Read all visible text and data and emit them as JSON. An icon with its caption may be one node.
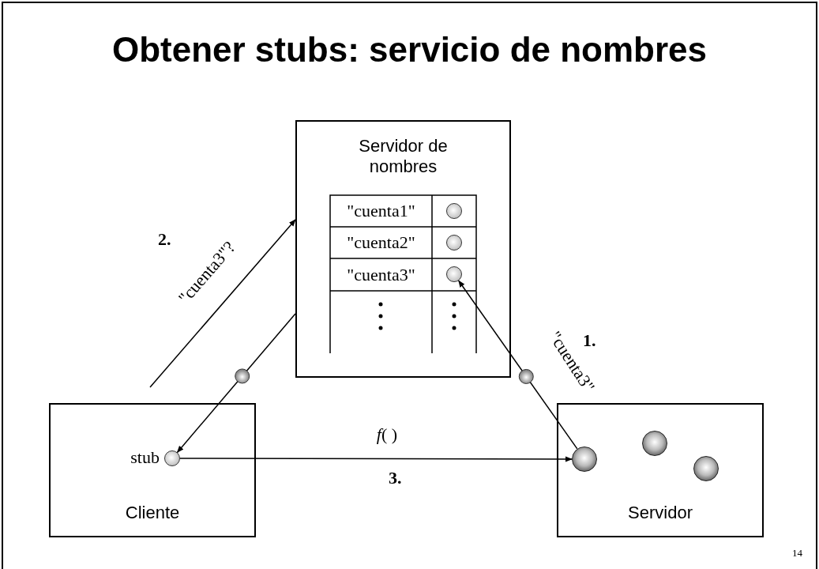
{
  "diagram": {
    "title": "Obtener stubs: servicio de nombres",
    "nodes": [
      {
        "text": [
          "Servidor de nombres"
        ]
      },
      {
        "text": [
          "\"cuenta1\""
        ],
        "in": 0
      },
      {
        "text": [],
        "shape": "circle",
        "in": 0
      },
      {
        "text": [
          "\"cuenta2\""
        ],
        "in": 0
      },
      {
        "text": [],
        "shape": "circle",
        "in": 0
      },
      {
        "text": [
          "\"cuenta3\""
        ],
        "in": 0
      },
      {
        "text": [],
        "shape": "circle",
        "in": 0
      },
      {
        "text": [
          "Cliente"
        ]
      },
      {
        "text": [],
        "shape": "circle",
        "in": 7,
        "beside": [
          "stub"
        ]
      },
      {
        "text": [
          "Servidor"
        ]
      },
      {
        "text": [],
        "shape": "circle",
        "in": 9
      },
      {
        "text": [],
        "shape": "circle",
        "in": 9
      },
      {
        "text": [],
        "shape": "circle",
        "in": 9
      }
    ],
    "edges": [
      {
        "from": 10,
        "to": 6,
        "arrow": "to",
        "label": "\"cuenta3\""
      },
      {
        "from": null,
        "to": 0,
        "arrow": "to",
        "label": "\"cuenta3\"?"
      },
      {
        "from": 0,
        "to": 8,
        "arrow": "to"
      },
      {
        "from": 8,
        "to": 10,
        "arrow": "to",
        "label": "*f*( )"
      }
    ],
    "labels": [
      "1.",
      "2.",
      "3.",
      "14"
    ]
  }
}
